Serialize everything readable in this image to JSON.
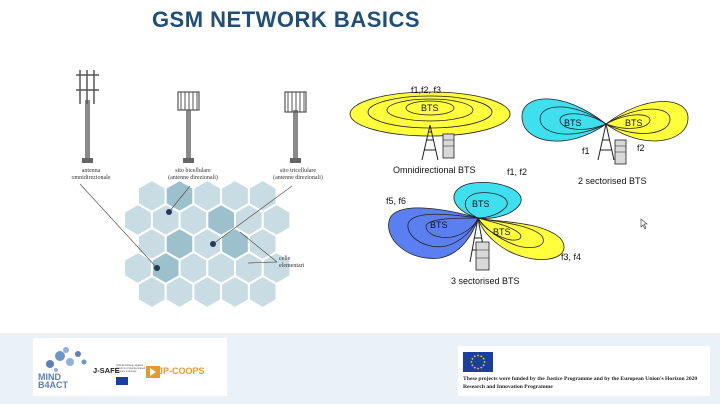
{
  "title": "GSM NETWORK BASICS",
  "left_diagram": {
    "towers": [
      {
        "label": "antenna\nomnidirezionale"
      },
      {
        "label": "sito bicellulare\n(antenne direzionali)"
      },
      {
        "label": "sito tricellulare\n(antenne direzionali)"
      }
    ],
    "cells_label": "celle\nelementari"
  },
  "right_diagram": {
    "omni": {
      "freq": "f1,f2, f3",
      "bts": "BTS",
      "caption": "Omnidirectional BTS"
    },
    "two": {
      "left_bts": "BTS",
      "right_bts": "BTS",
      "f1": "f1",
      "f2": "f2",
      "caption": "2 sectorised BTS"
    },
    "three": {
      "top_freq": "f1, f2",
      "left_freq": "f5, f6",
      "right_freq": "f3, f4",
      "top_bts": "BTS",
      "left_bts": "BTS",
      "right_bts": "BTS",
      "caption": "3 sectorised BTS"
    }
  },
  "colors": {
    "title": "#1f4e79",
    "yellow": "#ffff3c",
    "cyan": "#3ee0f0",
    "blue": "#5b7ff0",
    "hex": "#c9dbe3",
    "hex_dark": "#9cc0cc"
  },
  "footer": {
    "logos": {
      "mind": "MIND\nB4ACT",
      "jsafe": "J-SAFE",
      "jsafe_sub": "Judicial Strategy against All forms of Gender-based violence in Europe",
      "jpcoops": "JP-COOPS"
    },
    "funding": "These projects were funded by the Justice Programme and by the European Union's Horizon 2020 Research and Innovation Programme"
  }
}
